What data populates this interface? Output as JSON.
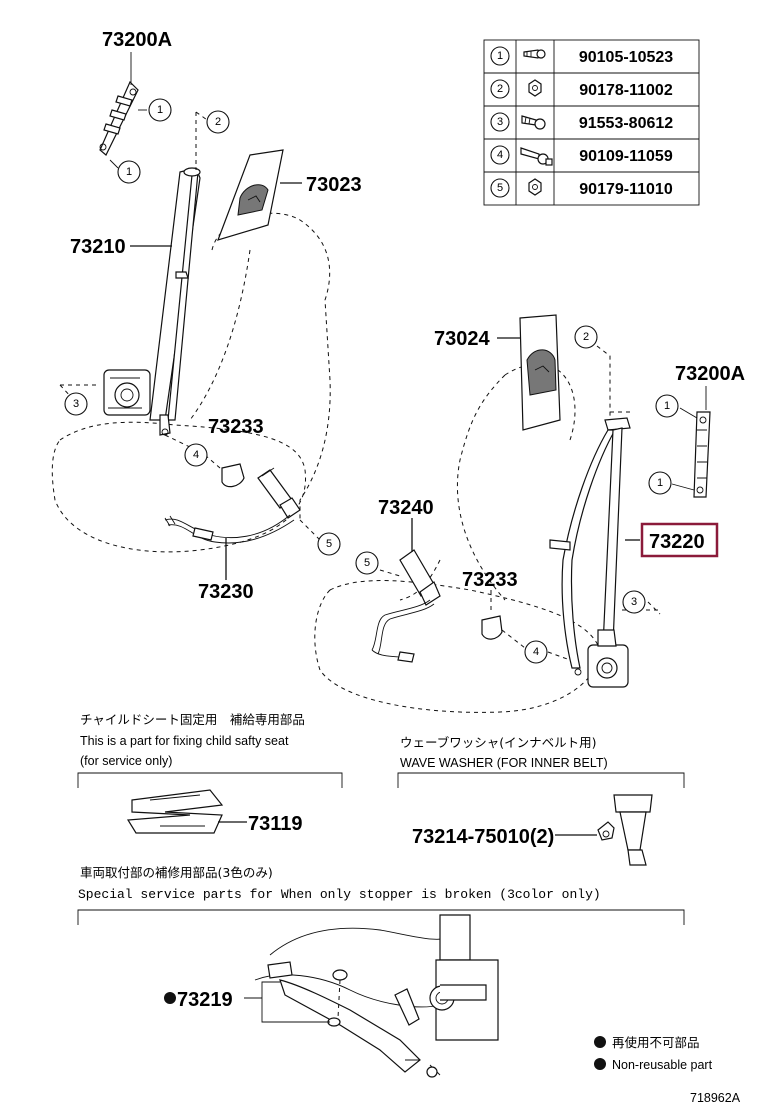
{
  "labels": {
    "p73200A_top": "73200A",
    "p73023": "73023",
    "p73210": "73210",
    "p73233_left": "73233",
    "p73230": "73230",
    "p73024": "73024",
    "p73200A_right": "73200A",
    "p73240": "73240",
    "p73233_right": "73233",
    "p73220": "73220",
    "p73119": "73119",
    "p73214": "73214-75010(2)",
    "p73219": "73219",
    "diagram_id": "718962A"
  },
  "highlight_color": "#8b1a3a",
  "fastener_table": [
    {
      "num": "1",
      "icon": "bolt-icon",
      "part": "90105-10523"
    },
    {
      "num": "2",
      "icon": "nut-icon",
      "part": "90178-11002"
    },
    {
      "num": "3",
      "icon": "bolt-icon",
      "part": "91553-80612"
    },
    {
      "num": "4",
      "icon": "stud-bolt-icon",
      "part": "90109-11059"
    },
    {
      "num": "5",
      "icon": "nut-icon",
      "part": "90179-11010"
    }
  ],
  "callouts": {
    "c1": "1",
    "c2": "2",
    "c3": "3",
    "c4": "4",
    "c5": "5"
  },
  "notes": {
    "child_seat_jp": "チャイルドシート固定用　補給専用部品",
    "child_seat_en1": "This is a part for fixing child safty seat",
    "child_seat_en2": "(for service only)",
    "wave_washer_jp": "ウェーブワッシャ(インナベルト用)",
    "wave_washer_en": "WAVE WASHER (FOR INNER BELT)",
    "special_jp": "車両取付部の補修用部品(3色のみ)",
    "special_en": "Special   service   parts   for   When   only   stopper   is   broken   (3color   only)"
  },
  "legend": {
    "jp": "再使用不可部品",
    "en": "Non-reusable part"
  }
}
